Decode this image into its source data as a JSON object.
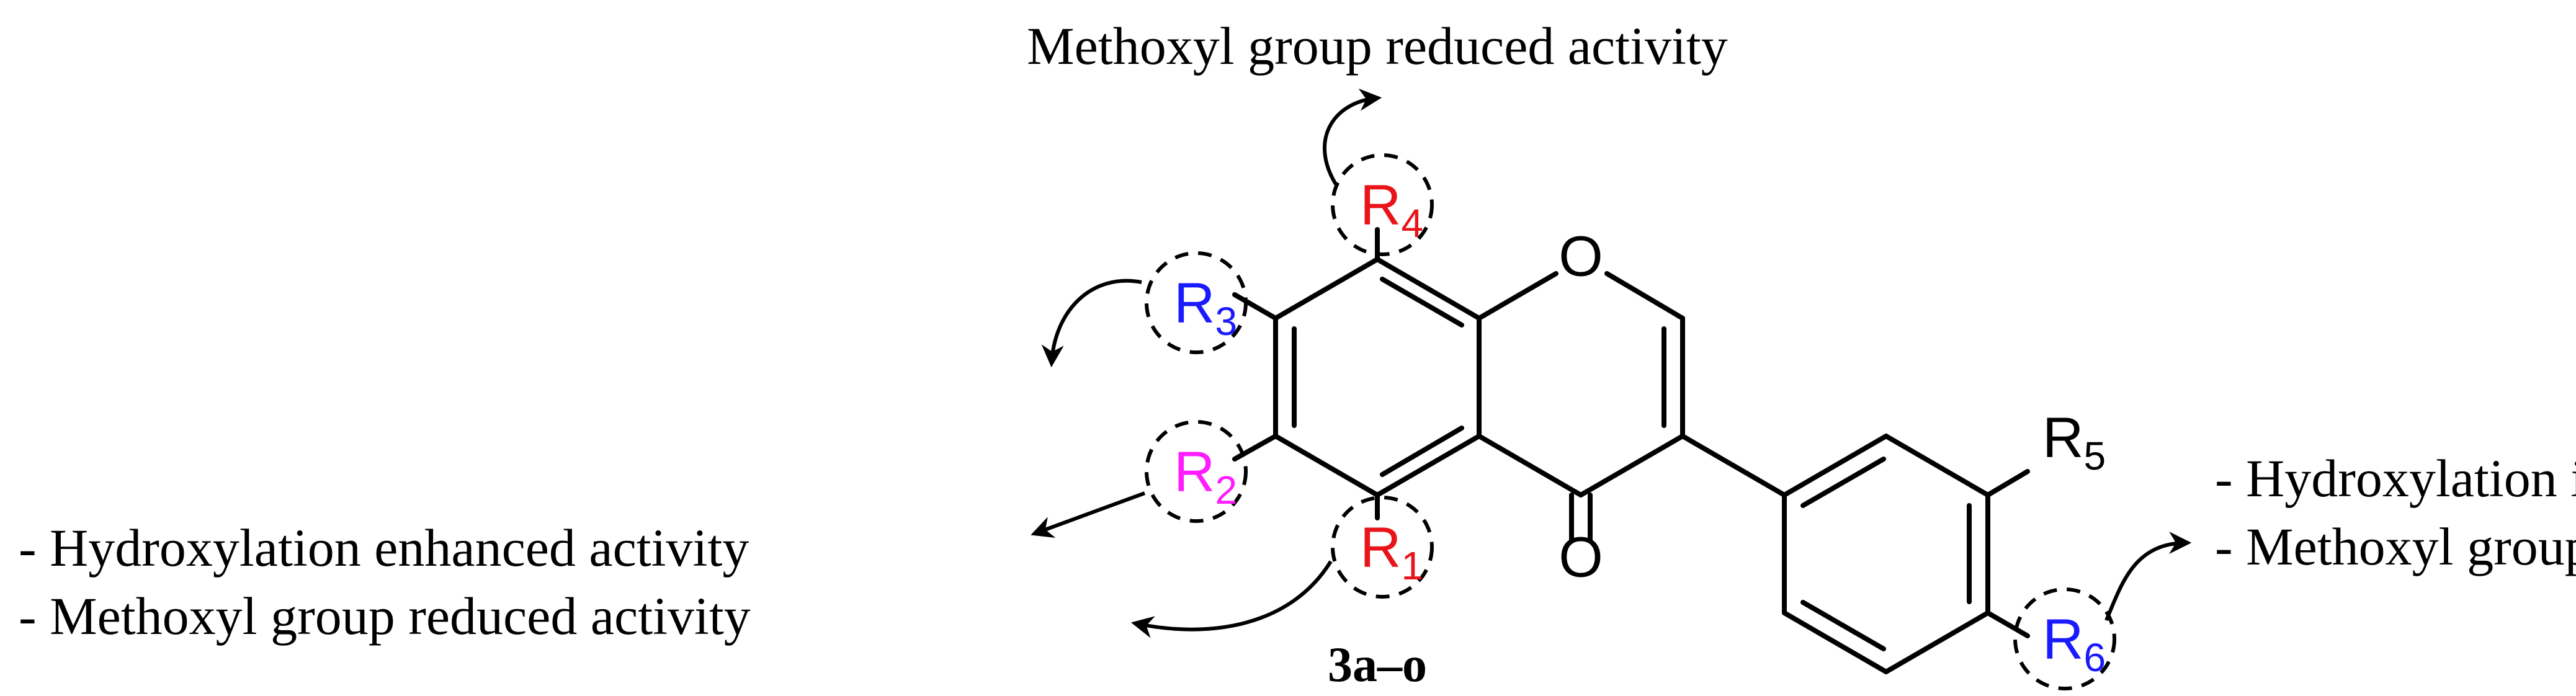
{
  "annotations": {
    "r4_note": "Methoxyl group reduced activity",
    "left_note_1": "- Hydroxylation enhanced activity",
    "left_note_2": "- Methoxyl group reduced activity",
    "right_note_1": "- Hydroxylation increased activity",
    "right_note_2": "- Methoxyl group decreased activity"
  },
  "structure": {
    "compound_label": "3a–o",
    "ring_oxygen": "O",
    "carbonyl_oxygen": "O",
    "substituents": {
      "r1": {
        "letter": "R",
        "sub": "1",
        "color": "#e8141a"
      },
      "r2": {
        "letter": "R",
        "sub": "2",
        "color": "#ff1cff"
      },
      "r3": {
        "letter": "R",
        "sub": "3",
        "color": "#1a1aff"
      },
      "r4": {
        "letter": "R",
        "sub": "4",
        "color": "#e8141a"
      },
      "r5": {
        "letter": "R",
        "sub": "5",
        "color": "#000000"
      },
      "r6": {
        "letter": "R",
        "sub": "6",
        "color": "#1a1aff"
      }
    }
  },
  "colors": {
    "bond": "#000000",
    "dashed_circle": "#000000",
    "text": "#000000"
  }
}
